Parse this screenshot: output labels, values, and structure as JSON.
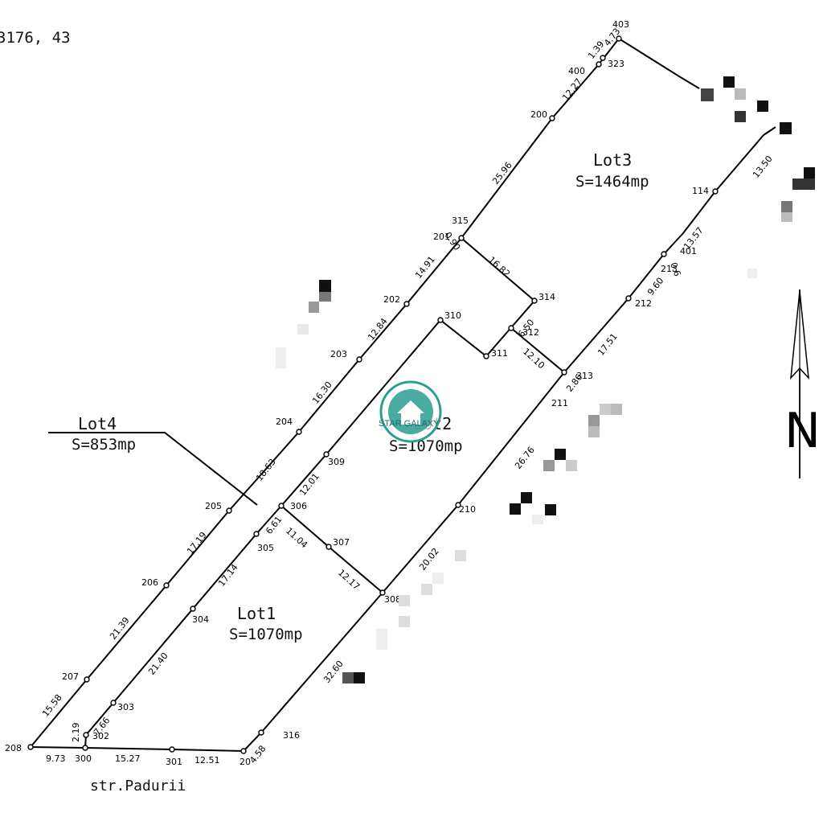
{
  "corner_value": "3176, 43",
  "street_name": "str.Padurii",
  "north_label": "N",
  "watermark": {
    "brand": "STAR GALAXY",
    "color": "#2a9d8f"
  },
  "lots": [
    {
      "name": "Lot4",
      "area": "S=853mp"
    },
    {
      "name": "Lot1",
      "area": "S=1070mp"
    },
    {
      "name": "Lot3",
      "area": "S=1464mp"
    },
    {
      "name": "Lot2",
      "area": "S=1070mp"
    }
  ],
  "points": [
    "403",
    "323",
    "400",
    "200",
    "315",
    "201",
    "202",
    "203",
    "204",
    "205",
    "206",
    "207",
    "208",
    "300",
    "302",
    "303",
    "304",
    "305",
    "306",
    "309",
    "307",
    "308",
    "316",
    "301",
    "20",
    "210",
    "211",
    "313",
    "212",
    "213",
    "401",
    "114",
    "314",
    "312",
    "311",
    "310"
  ],
  "dimensions": [
    "1.39",
    "4.73",
    "12.27",
    "25.96",
    "0.90",
    "14.91",
    "12.84",
    "16.30",
    "18.63",
    "17.19",
    "21.39",
    "15.58",
    "9.73",
    "15.27",
    "12.51",
    "4.58",
    "2.19",
    "7.66",
    "21.40",
    "17.14",
    "6.61",
    "12.01",
    "11.04",
    "12.17",
    "32.60",
    "20.02",
    "26.76",
    "2.86",
    "17.51",
    "9.60",
    "13.57",
    "13.50",
    "16.82",
    "6.50",
    "12.10",
    "0.6"
  ]
}
